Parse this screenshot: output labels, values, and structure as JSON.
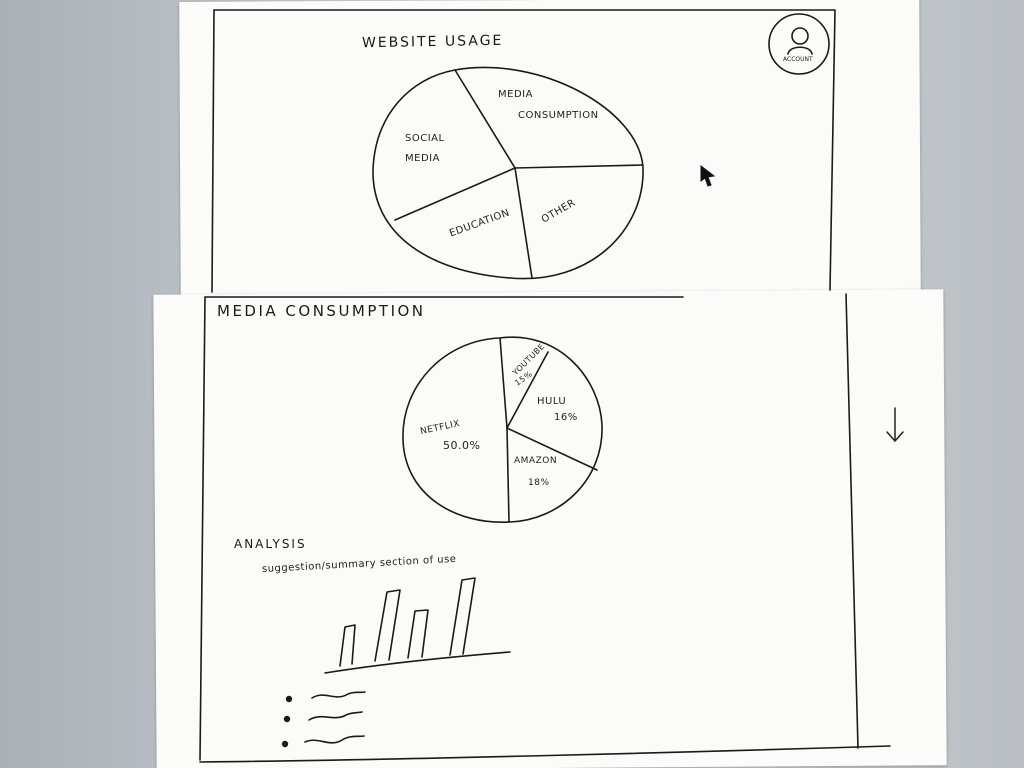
{
  "website_usage": {
    "title": "WEBSITE USAGE",
    "account_label": "ACCOUNT",
    "segments": [
      {
        "label_line1": "MEDIA",
        "label_line2": "CONSUMPTION"
      },
      {
        "label_line1": "SOCIAL",
        "label_line2": "MEDIA"
      },
      {
        "label_line1": "EDUCATION"
      },
      {
        "label_line1": "OTHER"
      }
    ]
  },
  "media_consumption": {
    "title": "MEDIA CONSUMPTION",
    "segments": [
      {
        "name": "YOUTUBE",
        "value": "15%"
      },
      {
        "name": "HULU",
        "value": "16%"
      },
      {
        "name": "AMAZON",
        "value": "18%"
      },
      {
        "name": "NETFLIX",
        "value": "50.0%"
      }
    ]
  },
  "analysis": {
    "title": "ANALYSIS",
    "summary": "suggestion/summary section of use"
  },
  "icons": {
    "cursor": "cursor-arrow-icon",
    "scroll": "arrow-down-icon",
    "account": "account-icon"
  }
}
